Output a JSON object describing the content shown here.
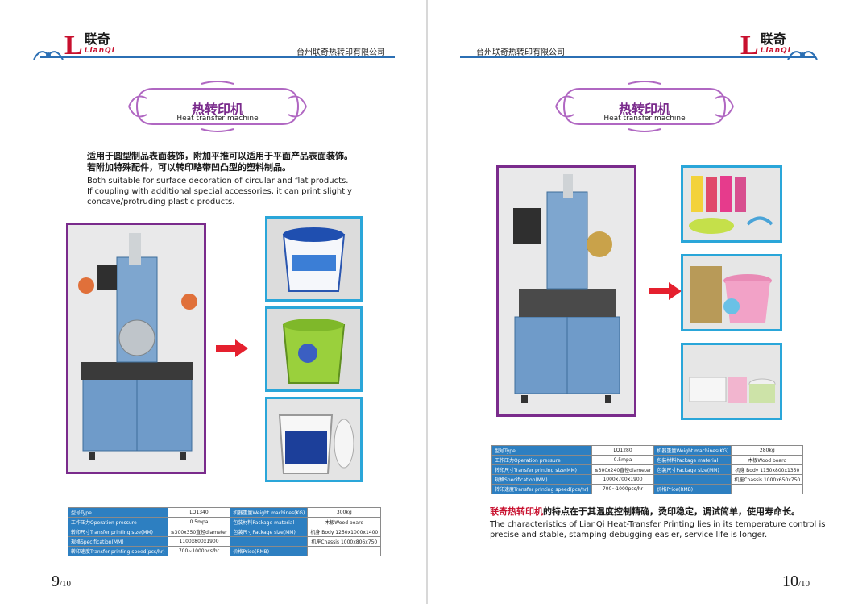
{
  "colors": {
    "brand_red": "#c8102e",
    "purple": "#7a2b8c",
    "blue": "#2d7fc1",
    "cyan": "#2aa6d9"
  },
  "brand": {
    "letter": "L",
    "cn": "联奇",
    "en": "LianQi"
  },
  "company": "台州联奇热转印有限公司",
  "left": {
    "title_cn": "热转印机",
    "title_en": "Heat transfer machine",
    "desc_cn": [
      "适用于圆型制品表面装饰，附加平推可以适用于平面产品表面装饰。",
      "若附加特殊配件，可以转印略带凹凸型的塑料制品。"
    ],
    "desc_en": [
      "Both suitable for surface decoration of circular and flat products.",
      "If coupling with additional special accessories, it can print slightly",
      "concave/protruding plastic products."
    ],
    "spec": [
      [
        "型号Type",
        "LQ1340",
        "机器重量Weight machines(KG)",
        "300kg"
      ],
      [
        "工作压力Operation pressure",
        "0.5mpa",
        "包装材料Package material",
        "木板Wood board"
      ],
      [
        "转印尺寸Transfer printing size(MM)",
        "≤300x350直径diameter",
        "包装尺寸Package size(MM)",
        "机身 Body 1250x1000x1400"
      ],
      [
        "规格Specification(MM)",
        "1100x800x1900",
        "",
        "机座Chassis 1000x806x750"
      ],
      [
        "转印速度Transfer printing speed(pcs/hr)",
        "700~1000pcs/hr",
        "价格Price(RMB)",
        ""
      ]
    ],
    "page_num": "9",
    "page_total": "/10"
  },
  "right": {
    "title_cn": "热转印机",
    "title_en": "Heat transfer machine",
    "spec": [
      [
        "型号Type",
        "LQ1280",
        "机器重量Weight machines(KG)",
        "280kg"
      ],
      [
        "工作压力Operation pressure",
        "0.5mpa",
        "包装材料Package material",
        "木板Wood board"
      ],
      [
        "转印尺寸Transfer printing size(MM)",
        "≤300x240直径diameter",
        "包装尺寸Package size(MM)",
        "机身 Body 1150x800x1350"
      ],
      [
        "规格Specification(MM)",
        "1000x700x1900",
        "",
        "机座Chassis 1000x650x750"
      ],
      [
        "转印速度Transfer printing speed(pcs/hr)",
        "700~1000pcs/hr",
        "价格Price(RMB)",
        ""
      ]
    ],
    "feat_cn_hl": "联奇热转印机",
    "feat_cn": "的特点在于其温度控制精确，烫印稳定，调试简单，使用寿命长。",
    "feat_en": [
      "The characteristics of LianQi Heat-Transfer Printing lies in its temperature control is",
      "precise and stable, stamping debugging easier, service life is longer."
    ],
    "page_num": "10",
    "page_total": "/10"
  }
}
